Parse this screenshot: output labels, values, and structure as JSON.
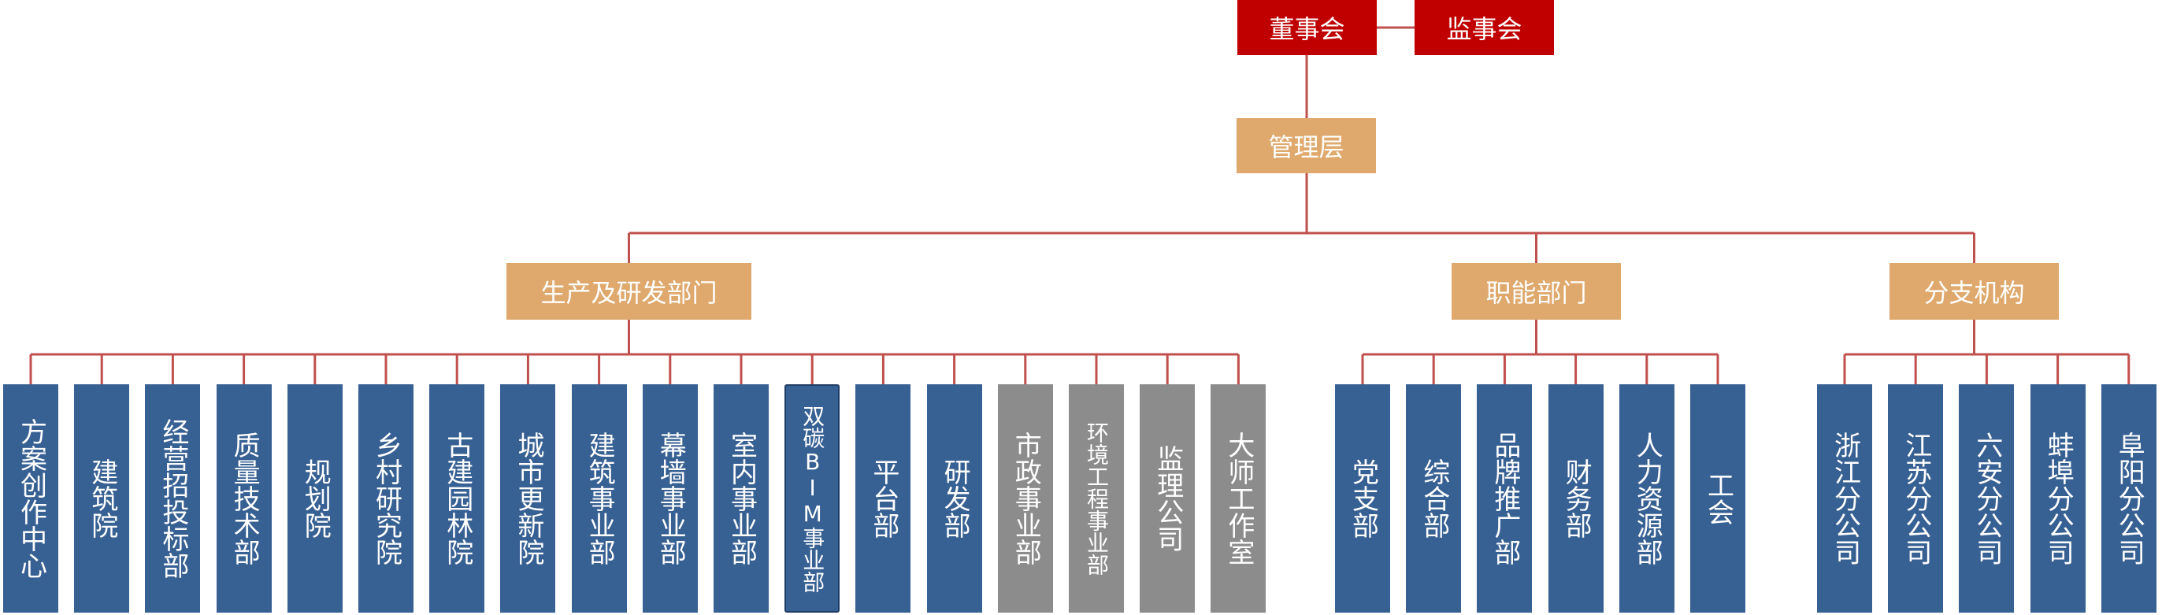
{
  "top": {
    "board": "董事会",
    "supervisory": "监事会"
  },
  "management": "管理层",
  "divisions": [
    {
      "name": "生产及研发部门",
      "units": [
        {
          "label": "方案创作中心",
          "color": "#376093"
        },
        {
          "label": "建筑院",
          "color": "#376093"
        },
        {
          "label": "经营招投标部",
          "color": "#376093"
        },
        {
          "label": "质量技术部",
          "color": "#376093"
        },
        {
          "label": "规划院",
          "color": "#376093"
        },
        {
          "label": "乡村研究院",
          "color": "#376093"
        },
        {
          "label": "古建园林院",
          "color": "#376093"
        },
        {
          "label": "城市更新院",
          "color": "#376093"
        },
        {
          "label": "建筑事业部",
          "color": "#376093"
        },
        {
          "label": "幕墙事业部",
          "color": "#376093"
        },
        {
          "label": "室内事业部",
          "color": "#376093"
        },
        {
          "label": "双碳BIM事业部",
          "color": "#376093"
        },
        {
          "label": "平台部",
          "color": "#376093"
        },
        {
          "label": "研发部",
          "color": "#376093"
        },
        {
          "label": "市政事业部",
          "color": "#8c8c8c"
        },
        {
          "label": "环境工程事业部",
          "color": "#8c8c8c"
        },
        {
          "label": "监理公司",
          "color": "#8c8c8c"
        },
        {
          "label": "大师工作室",
          "color": "#8c8c8c"
        }
      ]
    },
    {
      "name": "职能部门",
      "units": [
        {
          "label": "党支部",
          "color": "#376093"
        },
        {
          "label": "综合部",
          "color": "#376093"
        },
        {
          "label": "品牌推广部",
          "color": "#376093"
        },
        {
          "label": "财务部",
          "color": "#376093"
        },
        {
          "label": "人力资源部",
          "color": "#376093"
        },
        {
          "label": "工会",
          "color": "#376093"
        }
      ]
    },
    {
      "name": "分支机构",
      "units": [
        {
          "label": "浙江分公司",
          "color": "#376093"
        },
        {
          "label": "江苏分公司",
          "color": "#376093"
        },
        {
          "label": "六安分公司",
          "color": "#376093"
        },
        {
          "label": "蚌埠分公司",
          "color": "#376093"
        },
        {
          "label": "阜阳分公司",
          "color": "#376093"
        }
      ]
    }
  ]
}
